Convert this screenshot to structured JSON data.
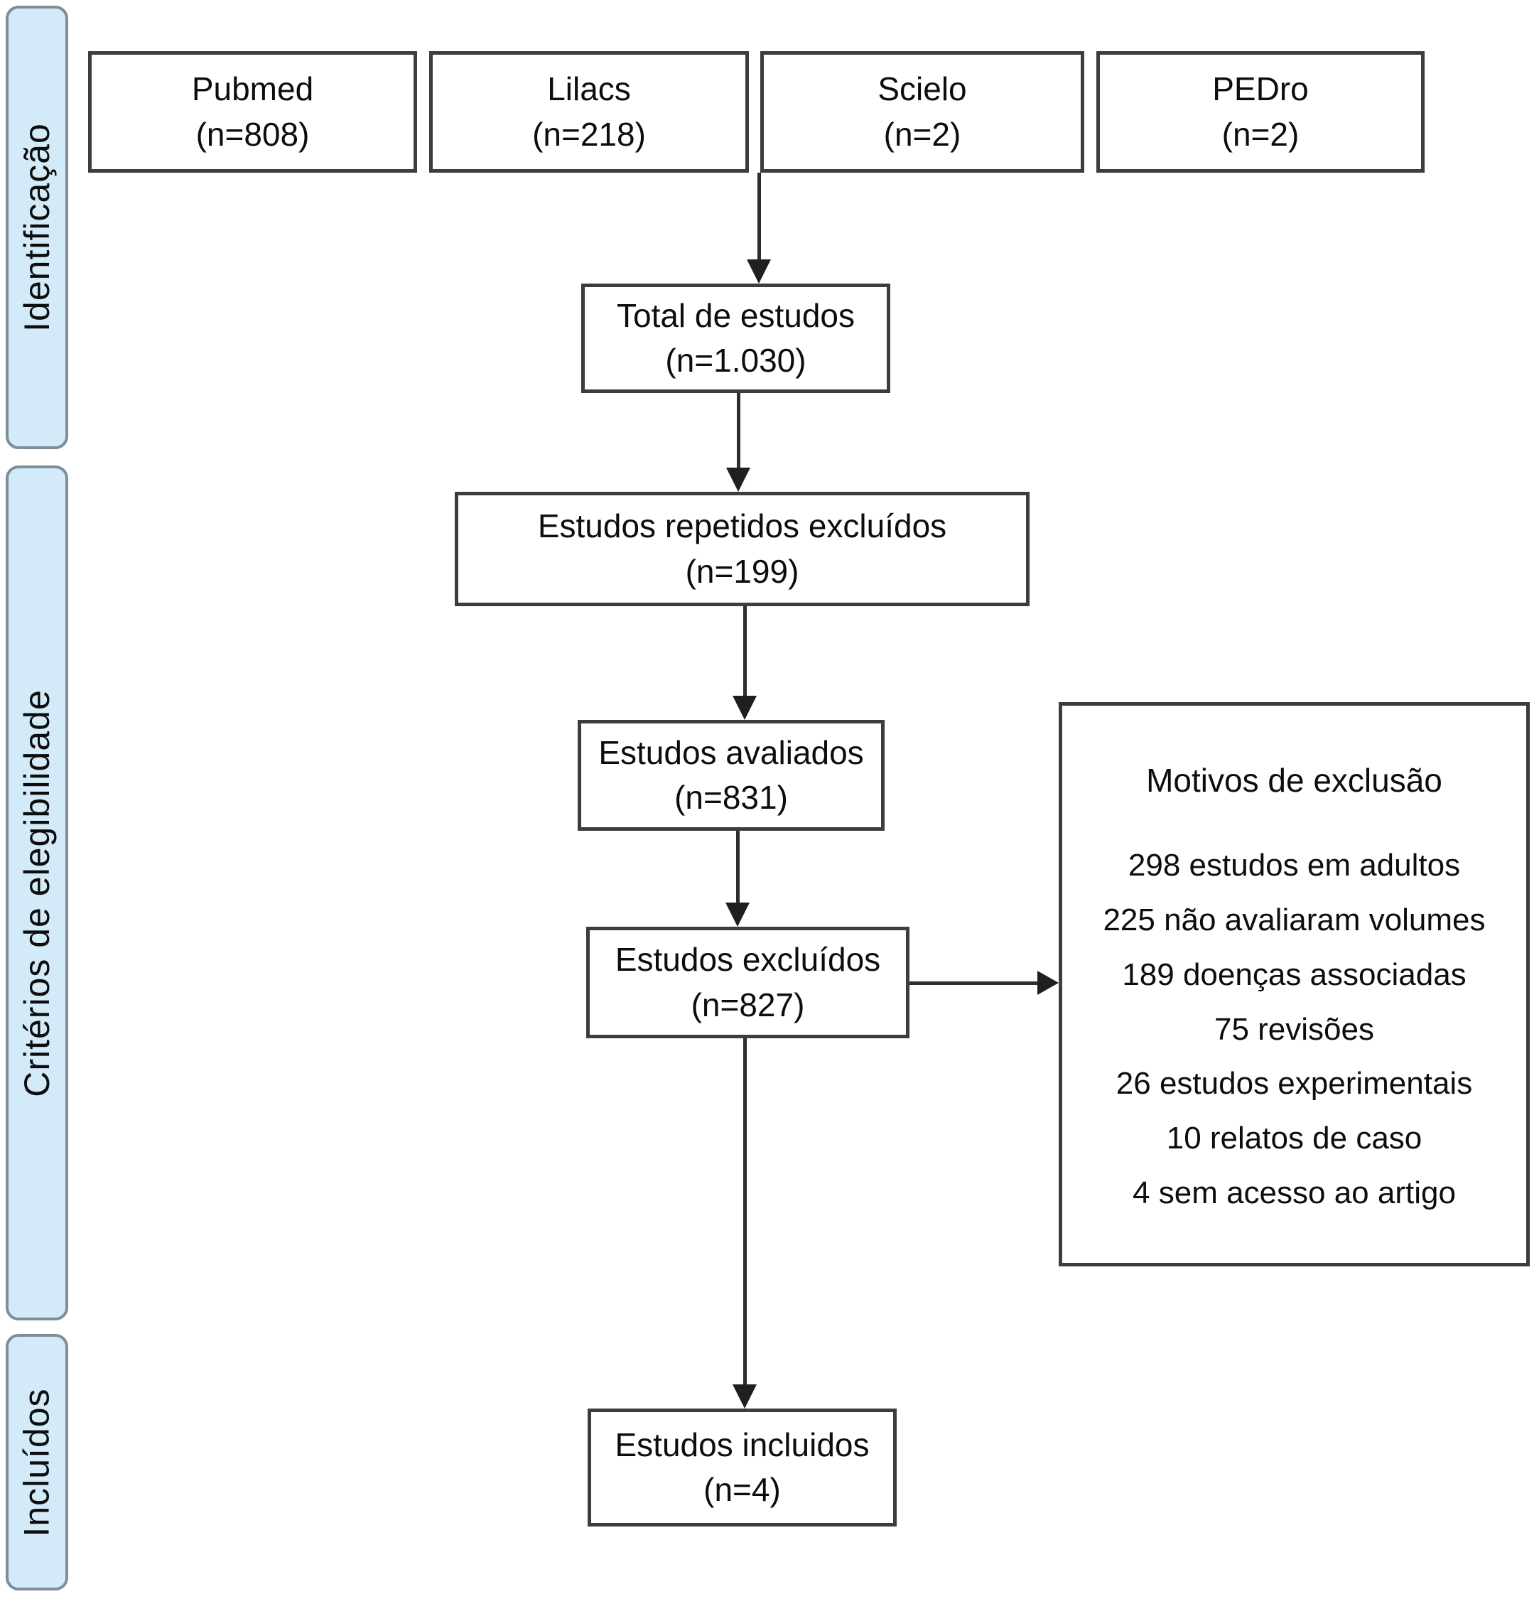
{
  "sidebar": {
    "stages": [
      {
        "label": "Identificação"
      },
      {
        "label": "Critérios de elegibilidade"
      },
      {
        "label": "Incluídos"
      }
    ]
  },
  "sources": [
    {
      "name": "Pubmed",
      "count": "(n=808)"
    },
    {
      "name": "Lilacs",
      "count": "(n=218)"
    },
    {
      "name": "Scielo",
      "count": "(n=2)"
    },
    {
      "name": "PEDro",
      "count": "(n=2)"
    }
  ],
  "flow": {
    "total": {
      "line1": "Total de estudos",
      "line2": "(n=1.030)"
    },
    "repetidos": {
      "line1": "Estudos repetidos excluídos",
      "line2": "(n=199)"
    },
    "avaliados": {
      "line1": "Estudos avaliados",
      "line2": "(n=831)"
    },
    "excluidos": {
      "line1": "Estudos excluídos",
      "line2": "(n=827)"
    },
    "incluidos": {
      "line1": "Estudos incluidos",
      "line2": "(n=4)"
    }
  },
  "exclusion": {
    "title": "Motivos de exclusão",
    "reasons": [
      "298 estudos em adultos",
      "225 não avaliaram volumes",
      "189 doenças associadas",
      "75 revisões",
      "26 estudos experimentais",
      "10 relatos de caso",
      "4 sem acesso ao artigo"
    ]
  },
  "colors": {
    "stage_fill": "#d3ebf8",
    "stage_border": "#7d8e98",
    "box_border": "#3d3d3d",
    "arrow": "#2e2e2e",
    "text": "#0d0d0d",
    "background": "#ffffff"
  }
}
